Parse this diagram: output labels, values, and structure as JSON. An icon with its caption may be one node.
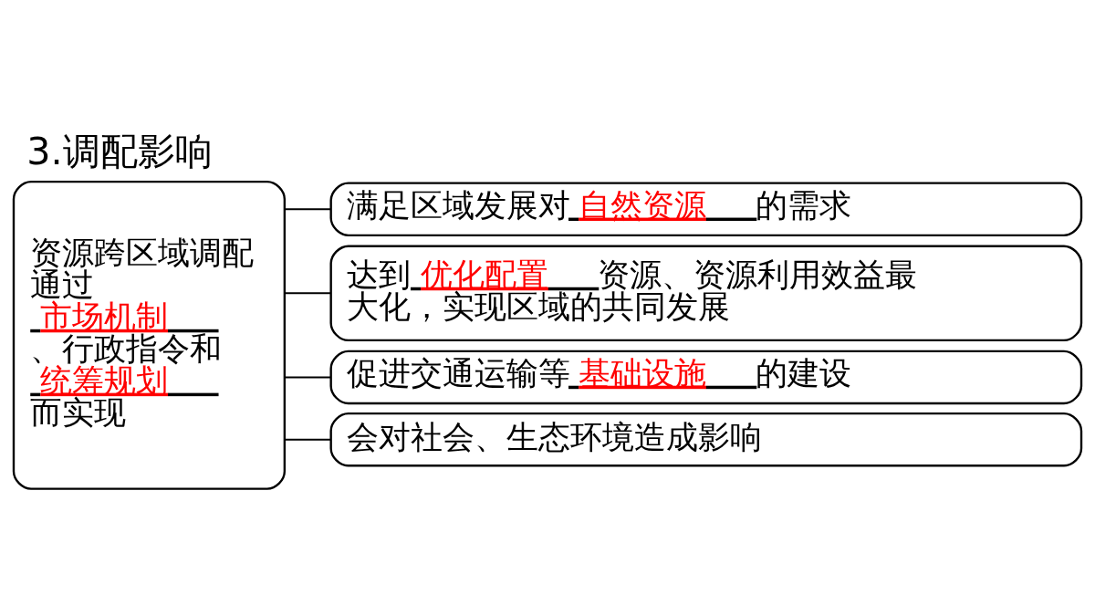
{
  "diagram": {
    "title": "3.调配影响",
    "nodes": [
      {
        "text": [
          "资源跨区域调配通过**市场机制**、行政指令和**统筹规划**而实现"
        ]
      },
      {
        "text": [
          "满足区域发展对**自然资源**的需求"
        ]
      },
      {
        "text": [
          "达到**优化配置**资源、资源利用效益最大化，实现区域的共同发展"
        ]
      },
      {
        "text": [
          "促进交通运输等**基础设施**的建设"
        ]
      },
      {
        "text": [
          "会对社会、生态环境造成影响"
        ]
      }
    ],
    "edges": [
      {
        "from": 0,
        "to": 1,
        "arrow": "none"
      },
      {
        "from": 0,
        "to": 2,
        "arrow": "none"
      },
      {
        "from": 0,
        "to": 3,
        "arrow": "none"
      },
      {
        "from": 0,
        "to": 4,
        "arrow": "none"
      }
    ]
  }
}
